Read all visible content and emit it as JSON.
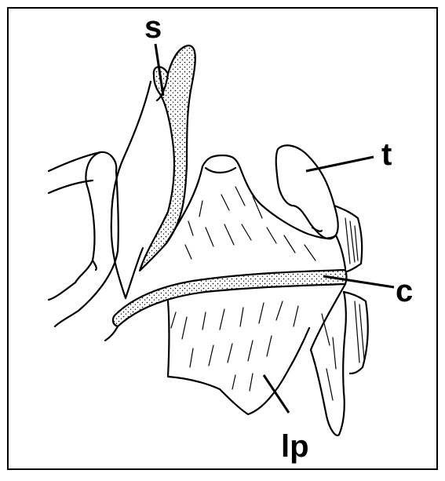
{
  "labels": {
    "s": "s",
    "t": "t",
    "c": "c",
    "lp": "lp"
  }
}
